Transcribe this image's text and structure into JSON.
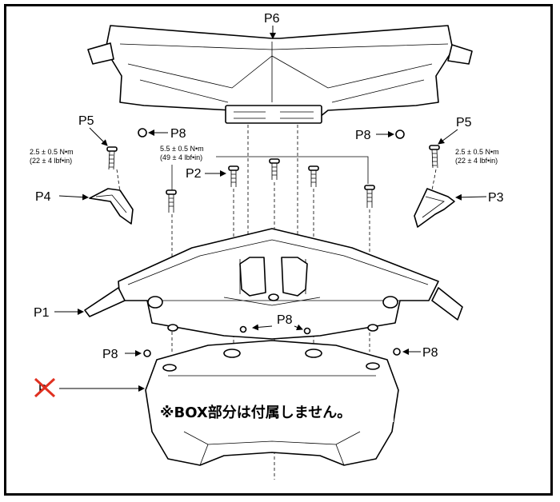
{
  "diagram": {
    "labels": {
      "p6": "P6",
      "p5_left": "P5",
      "p5_right": "P5",
      "p8_left_top": "P8",
      "p8_right_top": "P8",
      "p8_center": "P8",
      "p8_left_low": "P8",
      "p8_right_low": "P8",
      "p2": "P2",
      "p4": "P4",
      "p3": "P3",
      "p1": "P1",
      "box_label": "P"
    },
    "torque": {
      "left_line1": "2.5 ± 0.5 N•m",
      "left_line2": "(22 ± 4 lbf•in)",
      "center_line1": "5.5 ± 0.5 N•m",
      "center_line2": "(49 ± 4 lbf•in)",
      "right_line1": "2.5 ± 0.5 N•m",
      "right_line2": "(22 ± 4 lbf•in)"
    },
    "note": "※BOX部分は付属しません。",
    "colors": {
      "line": "#000000",
      "cross": "#e03020",
      "background": "#ffffff"
    }
  }
}
